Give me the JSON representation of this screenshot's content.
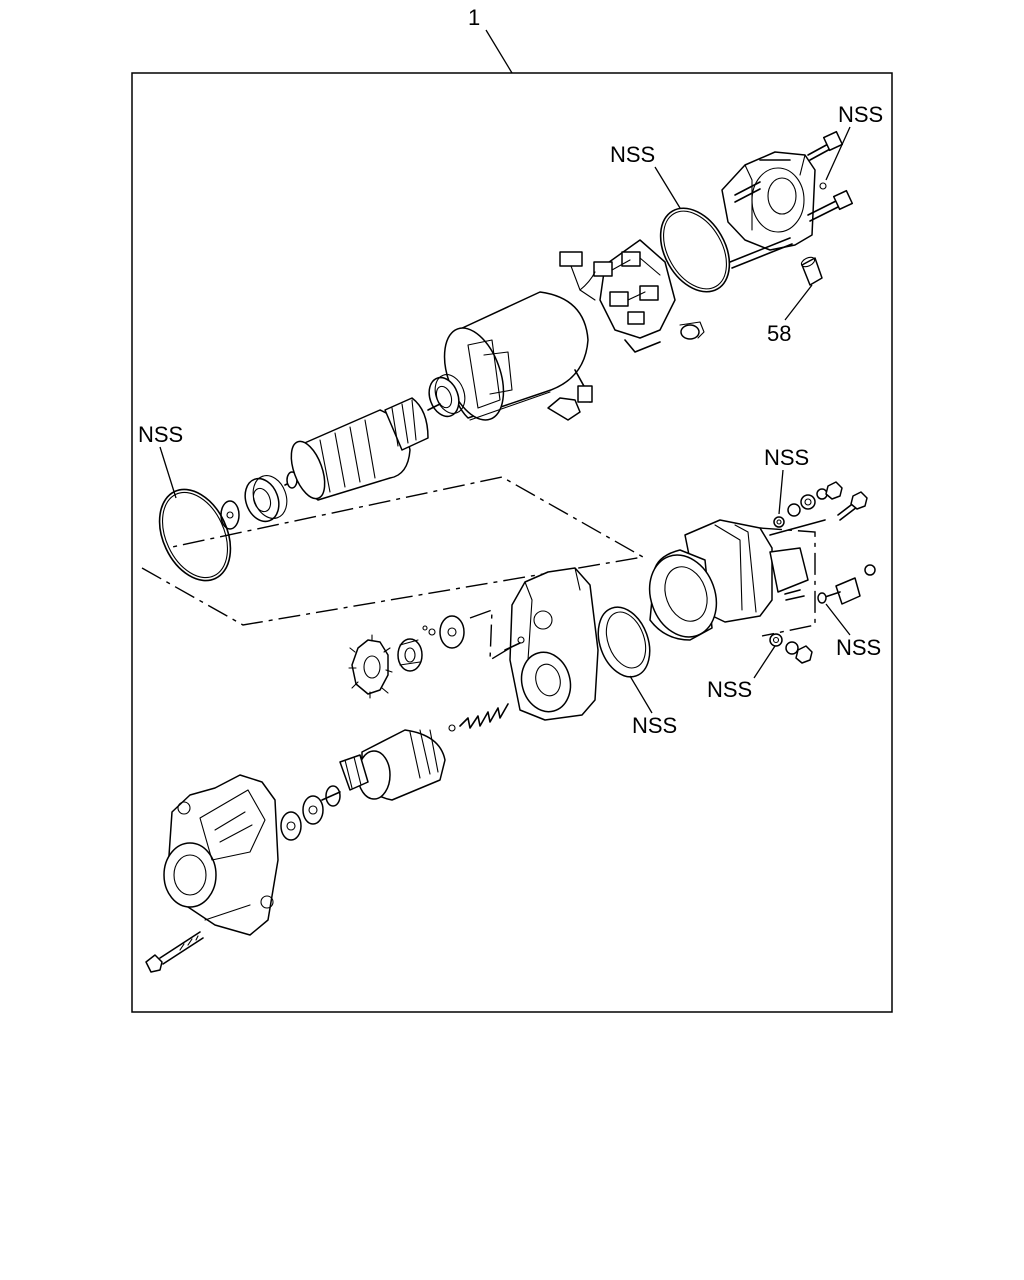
{
  "callouts": {
    "assembly": "1",
    "nss_top_right": "NSS",
    "nss_oring_top": "NSS",
    "part_58": "58",
    "nss_left_oring": "NSS",
    "nss_upper_washer": "NSS",
    "nss_right_clip": "NSS",
    "nss_lower_washer": "NSS",
    "nss_seal_ring": "NSS"
  }
}
